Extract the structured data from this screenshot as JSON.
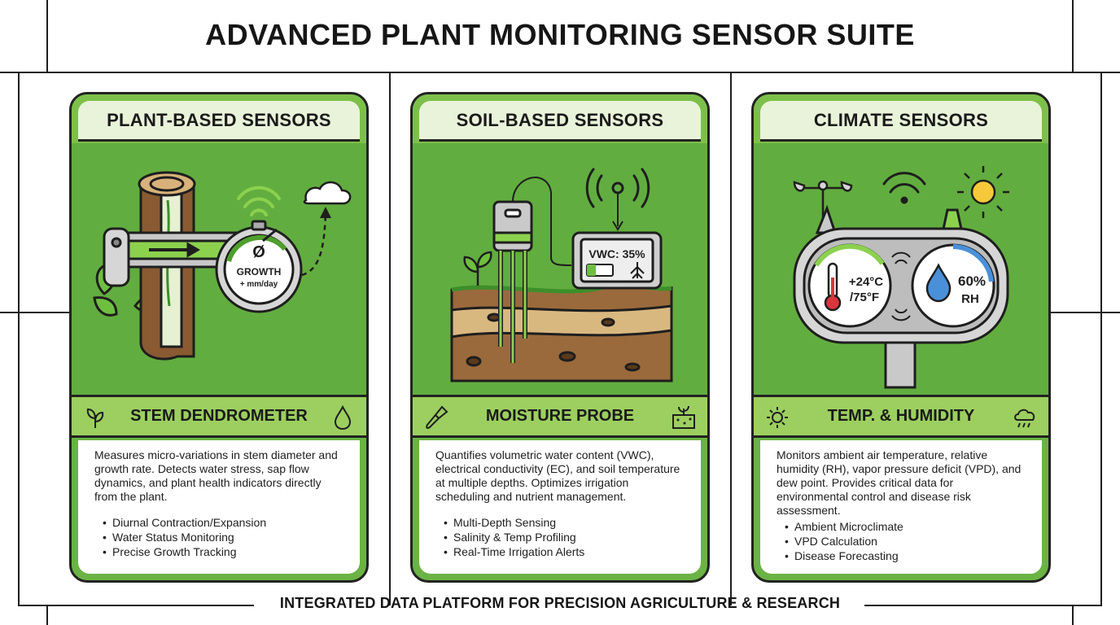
{
  "title": "ADVANCED PLANT MONITORING SENSOR SUITE",
  "footer": "INTEGRATED DATA PLATFORM FOR PRECISION AGRICULTURE & RESEARCH",
  "cards": [
    {
      "header": "PLANT-BASED SENSORS",
      "sensor": "STEM DENDROMETER",
      "icons": {
        "left": "sprout-icon",
        "right": "water-drop-icon"
      },
      "gauge": {
        "symbol": "Ø",
        "label": "GROWTH",
        "unit": "+ mm/day"
      },
      "description": "Measures micro-variations in stem diameter and growth rate. Detects water stress, sap flow dynamics, and plant health indicators directly from the plant.",
      "bullets": [
        "Diurnal Contraction/Expansion",
        "Water Status Monitoring",
        "Precise Growth Tracking"
      ]
    },
    {
      "header": "SOIL-BASED SENSORS",
      "sensor": "MOISTURE PROBE",
      "icons": {
        "left": "trowel-icon",
        "right": "soil-sample-icon"
      },
      "display": {
        "reading": "VWC: 35%",
        "fill": 0.35
      },
      "description": "Quantifies volumetric water content (VWC), electrical conductivity (EC), and soil temperature at multiple depths. Optimizes irrigation scheduling and nutrient management.",
      "bullets": [
        "Multi-Depth Sensing",
        "Salinity & Temp Profiling",
        "Real-Time Irrigation Alerts"
      ]
    },
    {
      "header": "CLIMATE SENSORS",
      "sensor": "TEMP. & HUMIDITY",
      "icons": {
        "left": "sun-icon",
        "right": "rain-cloud-icon"
      },
      "readings": {
        "temp_c": "+24°C",
        "temp_f": "/75°F",
        "humidity": "60%",
        "humidity_unit": "RH",
        "humidity_level": 0.6
      },
      "description": "Monitors ambient air temperature, relative humidity (RH), vapor pressure deficit (VPD), and dew point. Provides critical data for environmental control and disease risk assessment.",
      "bullets": [
        "Ambient Microclimate",
        "VPD Calculation",
        "Disease Forecasting"
      ]
    }
  ]
}
